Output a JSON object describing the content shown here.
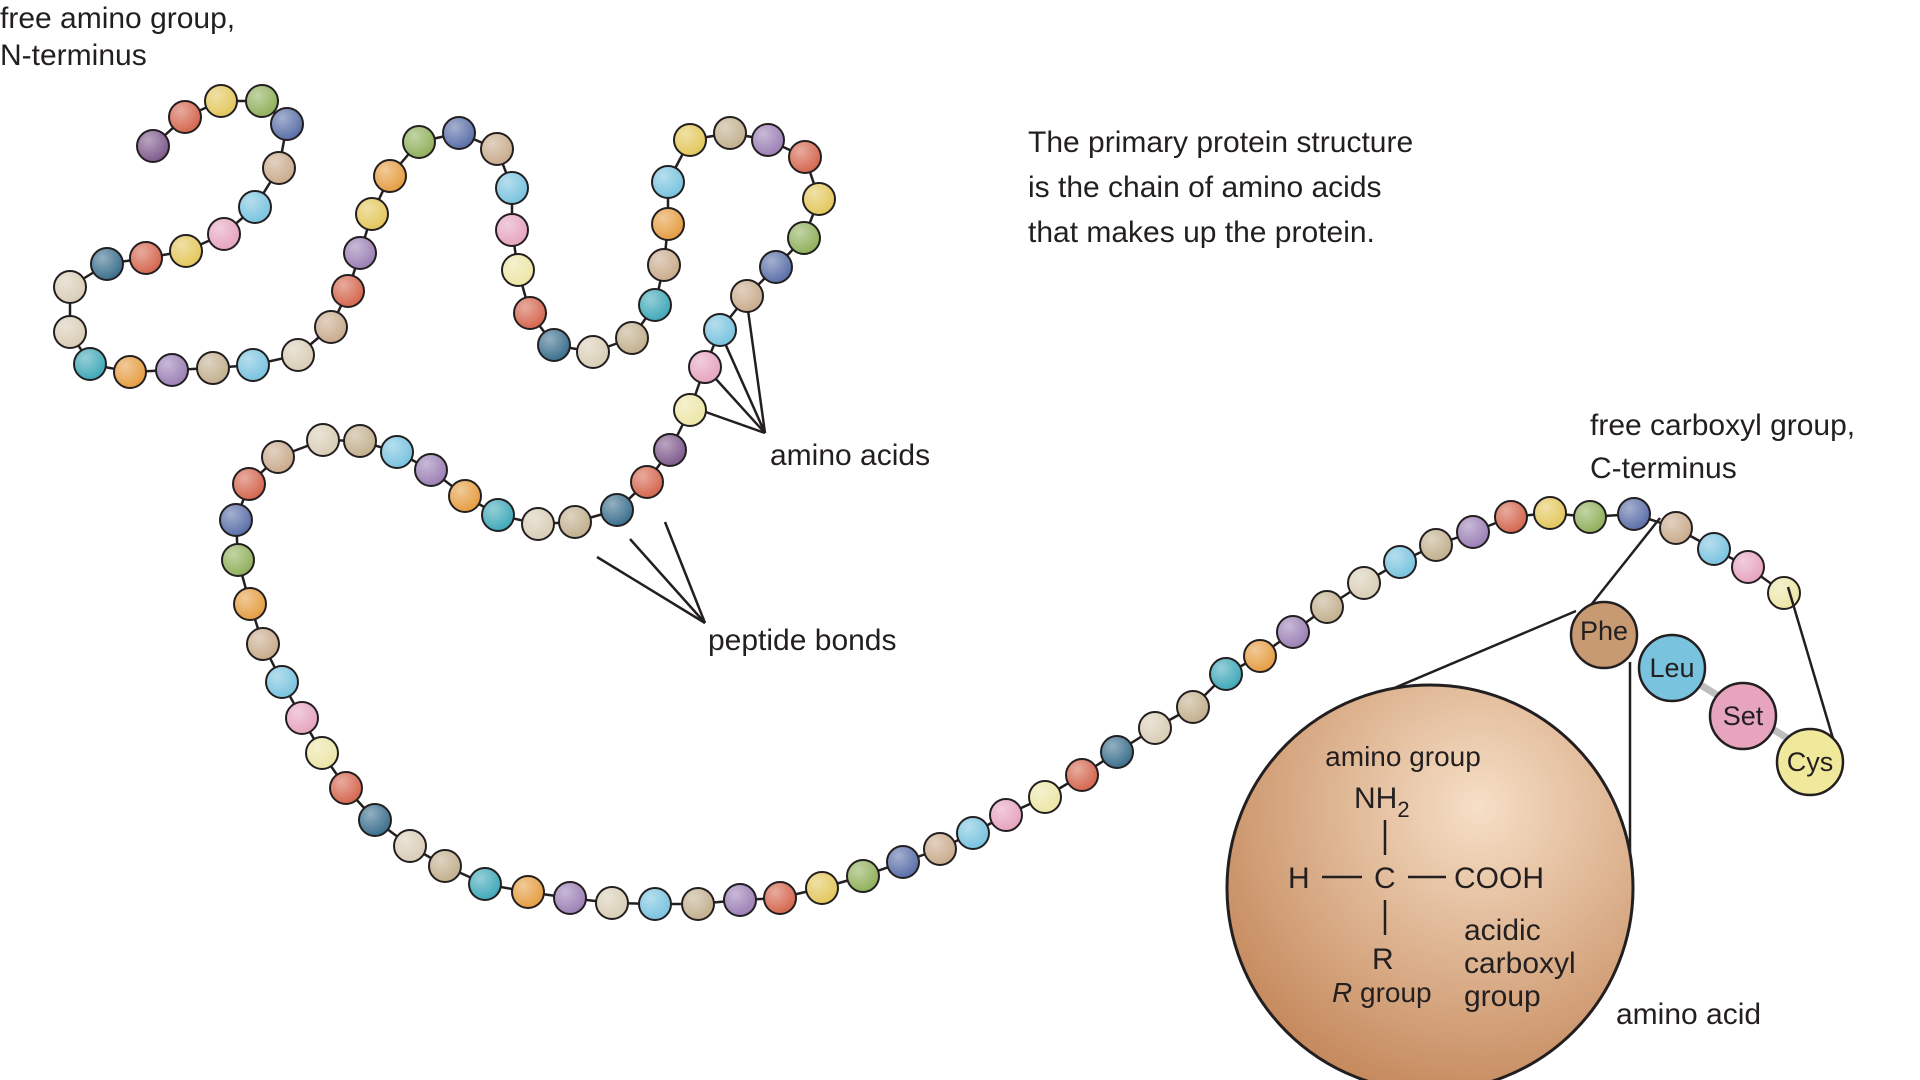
{
  "labels": {
    "n_terminus": [
      "free amino group,",
      "N-terminus"
    ],
    "c_terminus": [
      "free carboxyl group,",
      "C-terminus"
    ],
    "description": [
      "The primary protein structure",
      "is the chain of amino acids",
      "that makes up the protein."
    ],
    "amino_acids": "amino acids",
    "peptide_bonds": "peptide bonds",
    "amino_acid": "amino acid"
  },
  "residues": [
    "Phe",
    "Leu",
    "Set",
    "Cys"
  ],
  "structure": {
    "amino_group": "amino group",
    "nh": "NH",
    "nh_sub": "2",
    "h": "H",
    "c": "C",
    "cooh": "COOH",
    "r": "R",
    "r_group_italic": "R",
    "r_group_rest": " group",
    "acidic": [
      "acidic",
      "carboxyl",
      "group"
    ]
  },
  "colors": {
    "beads": [
      "#7e5a8c",
      "#d4664e",
      "#e3c75c",
      "#8fb05b",
      "#5a6fa8",
      "#c9ab8c",
      "#79c3df",
      "#e6a4bf",
      "#ece6a6",
      "#3b6f8d",
      "#d9cdb6",
      "#e59d42",
      "#3fa8b8",
      "#9b7fb5",
      "#c2b08e"
    ],
    "phe": "#c79a72",
    "leu": "#79c3df",
    "set": "#e6a4bf",
    "cys": "#f0e89a",
    "sphere_light": "#f6dfc6",
    "sphere_dark": "#c28456",
    "connector": "#bdbdbd",
    "line": "#231f20"
  }
}
